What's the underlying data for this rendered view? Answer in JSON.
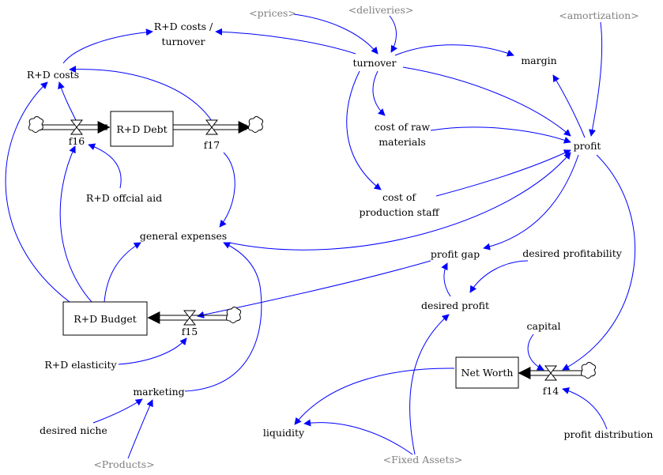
{
  "diagram": {
    "stocks": {
      "rd_debt": "R+D Debt",
      "rd_budget": "R+D Budget",
      "net_worth": "Net Worth"
    },
    "flows": {
      "f14": "f14",
      "f15": "f15",
      "f16": "f16",
      "f17": "f17"
    },
    "variables": {
      "rd_costs_turnover_1": "R+D costs /",
      "rd_costs_turnover_2": "turnover",
      "rd_costs": "R+D costs",
      "turnover": "turnover",
      "margin": "margin",
      "profit": "profit",
      "cost_raw_1": "cost of raw",
      "cost_raw_2": "materials",
      "cost_staff_1": "cost of",
      "cost_staff_2": "production staff",
      "rd_official_aid": "R+D offcial aid",
      "general_expenses": "general expenses",
      "profit_gap": "profit gap",
      "desired_profitability": "desired profitability",
      "desired_profit": "desired profit",
      "capital": "capital",
      "rd_elasticity": "R+D elasticity",
      "marketing": "marketing",
      "desired_niche": "desired niche",
      "liquidity": "liquidity",
      "profit_distribution": "profit distribution"
    },
    "shadow_variables": {
      "prices": "<prices>",
      "deliveries": "<deliveries>",
      "amortization": "<amortization>",
      "products": "<Products>",
      "fixed_assets": "<Fixed Assets>"
    },
    "colors": {
      "link": "#0000ff",
      "shadow_text": "#808080",
      "text": "#000000"
    }
  }
}
